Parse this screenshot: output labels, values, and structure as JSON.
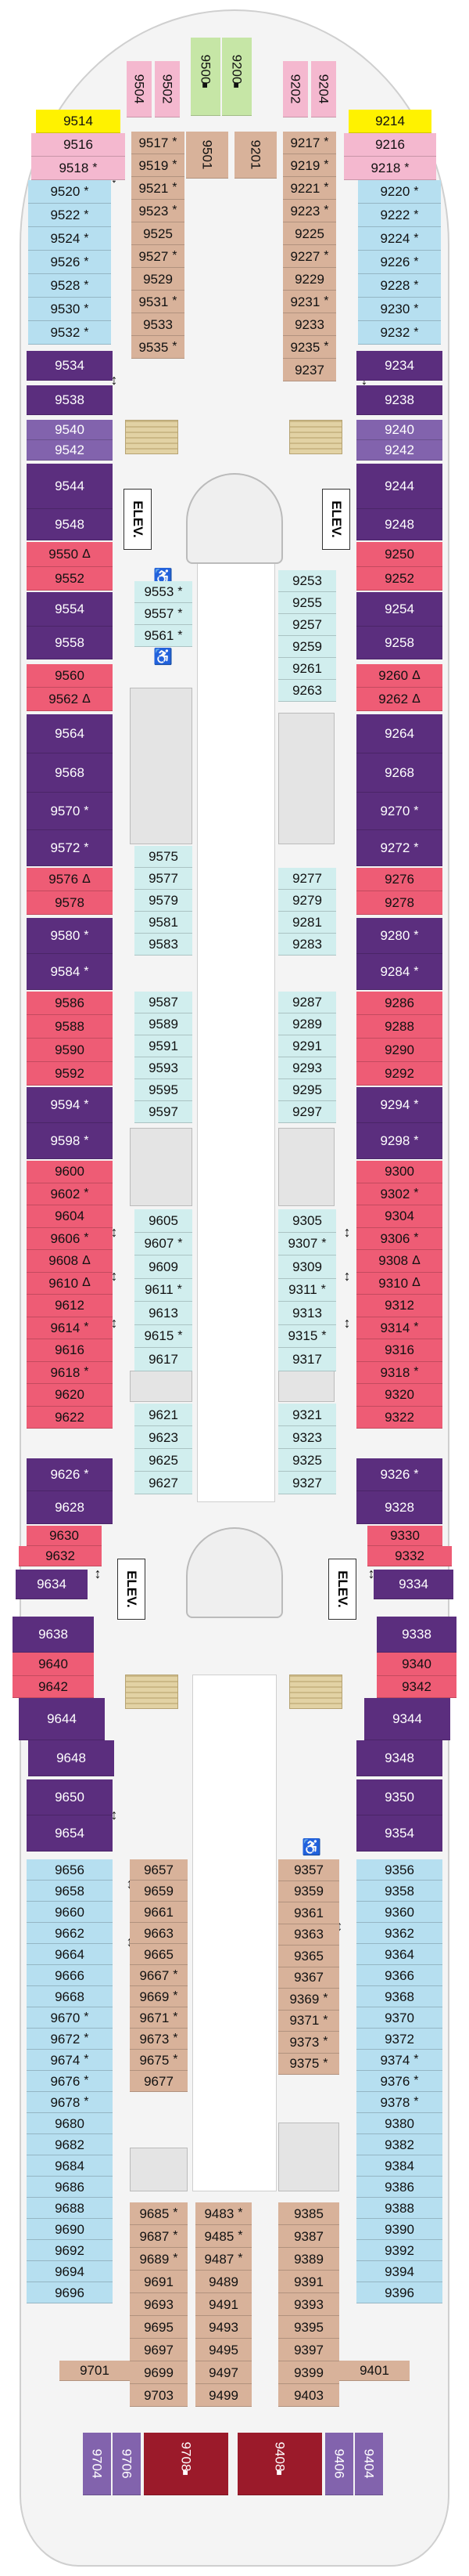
{
  "elevator_label": "ELEV.",
  "legend_symbols": {
    "connecting": "↕",
    "sofa_bed": "*",
    "third_fourth_berth": "Δ",
    "accessible": "♿"
  },
  "cabins": [
    {
      "n": "9504",
      "c": "pink"
    },
    {
      "n": "9502",
      "c": "pink"
    },
    {
      "n": "9500",
      "c": "green",
      "i": "■"
    },
    {
      "n": "9200",
      "c": "green",
      "i": "■"
    },
    {
      "n": "9202",
      "c": "pink"
    },
    {
      "n": "9204",
      "c": "pink"
    },
    {
      "n": "9514",
      "c": "yellow"
    },
    {
      "n": "9214",
      "c": "yellow"
    },
    {
      "n": "9516",
      "c": "pink"
    },
    {
      "n": "9518",
      "c": "pink",
      "m": "*"
    },
    {
      "n": "9216",
      "c": "pink"
    },
    {
      "n": "9218",
      "c": "pink",
      "m": "*"
    },
    {
      "n": "9501",
      "c": "tan"
    },
    {
      "n": "9201",
      "c": "tan"
    },
    {
      "n": "9517",
      "c": "tan",
      "m": "*"
    },
    {
      "n": "9519",
      "c": "tan",
      "m": "*"
    },
    {
      "n": "9521",
      "c": "tan",
      "m": "*"
    },
    {
      "n": "9523",
      "c": "tan",
      "m": "*"
    },
    {
      "n": "9525",
      "c": "tan"
    },
    {
      "n": "9527",
      "c": "tan",
      "m": "*"
    },
    {
      "n": "9529",
      "c": "tan"
    },
    {
      "n": "9531",
      "c": "tan",
      "m": "*"
    },
    {
      "n": "9533",
      "c": "tan"
    },
    {
      "n": "9535",
      "c": "tan",
      "m": "*"
    },
    {
      "n": "9217",
      "c": "tan",
      "m": "*"
    },
    {
      "n": "9219",
      "c": "tan",
      "m": "*"
    },
    {
      "n": "9221",
      "c": "tan",
      "m": "*"
    },
    {
      "n": "9223",
      "c": "tan",
      "m": "*"
    },
    {
      "n": "9225",
      "c": "tan"
    },
    {
      "n": "9227",
      "c": "tan",
      "m": "*"
    },
    {
      "n": "9229",
      "c": "tan"
    },
    {
      "n": "9231",
      "c": "tan",
      "m": "*"
    },
    {
      "n": "9233",
      "c": "tan"
    },
    {
      "n": "9235",
      "c": "tan",
      "m": "*"
    },
    {
      "n": "9237",
      "c": "tan"
    },
    {
      "n": "9520",
      "c": "blue",
      "m": "*"
    },
    {
      "n": "9522",
      "c": "blue",
      "m": "*"
    },
    {
      "n": "9524",
      "c": "blue",
      "m": "*"
    },
    {
      "n": "9526",
      "c": "blue",
      "m": "*"
    },
    {
      "n": "9528",
      "c": "blue",
      "m": "*"
    },
    {
      "n": "9530",
      "c": "blue",
      "m": "*"
    },
    {
      "n": "9532",
      "c": "blue",
      "m": "*"
    },
    {
      "n": "9220",
      "c": "blue",
      "m": "*"
    },
    {
      "n": "9222",
      "c": "blue",
      "m": "*"
    },
    {
      "n": "9224",
      "c": "blue",
      "m": "*"
    },
    {
      "n": "9226",
      "c": "blue",
      "m": "*"
    },
    {
      "n": "9228",
      "c": "blue",
      "m": "*"
    },
    {
      "n": "9230",
      "c": "blue",
      "m": "*"
    },
    {
      "n": "9232",
      "c": "blue",
      "m": "*"
    },
    {
      "n": "9534",
      "c": "purple"
    },
    {
      "n": "9538",
      "c": "purple"
    },
    {
      "n": "9234",
      "c": "purple"
    },
    {
      "n": "9238",
      "c": "purple"
    },
    {
      "n": "9540",
      "c": "violet"
    },
    {
      "n": "9542",
      "c": "violet"
    },
    {
      "n": "9240",
      "c": "violet"
    },
    {
      "n": "9242",
      "c": "violet"
    },
    {
      "n": "9544",
      "c": "purple"
    },
    {
      "n": "9548",
      "c": "purple"
    },
    {
      "n": "9244",
      "c": "purple"
    },
    {
      "n": "9248",
      "c": "purple"
    },
    {
      "n": "9550",
      "c": "red",
      "m": "Δ"
    },
    {
      "n": "9552",
      "c": "red"
    },
    {
      "n": "9250",
      "c": "red"
    },
    {
      "n": "9252",
      "c": "red"
    },
    {
      "n": "9554",
      "c": "purple"
    },
    {
      "n": "9558",
      "c": "purple"
    },
    {
      "n": "9254",
      "c": "purple"
    },
    {
      "n": "9258",
      "c": "purple"
    },
    {
      "n": "9560",
      "c": "red"
    },
    {
      "n": "9562",
      "c": "red",
      "m": "Δ"
    },
    {
      "n": "9260",
      "c": "red",
      "m": "Δ"
    },
    {
      "n": "9262",
      "c": "red",
      "m": "Δ"
    },
    {
      "n": "9564",
      "c": "purple"
    },
    {
      "n": "9568",
      "c": "purple"
    },
    {
      "n": "9570",
      "c": "purple",
      "m": "*"
    },
    {
      "n": "9572",
      "c": "purple",
      "m": "*"
    },
    {
      "n": "9264",
      "c": "purple"
    },
    {
      "n": "9268",
      "c": "purple"
    },
    {
      "n": "9270",
      "c": "purple",
      "m": "*"
    },
    {
      "n": "9272",
      "c": "purple",
      "m": "*"
    },
    {
      "n": "9576",
      "c": "red",
      "m": "Δ"
    },
    {
      "n": "9578",
      "c": "red"
    },
    {
      "n": "9276",
      "c": "red"
    },
    {
      "n": "9278",
      "c": "red"
    },
    {
      "n": "9580",
      "c": "purple",
      "m": "*"
    },
    {
      "n": "9584",
      "c": "purple",
      "m": "*"
    },
    {
      "n": "9280",
      "c": "purple",
      "m": "*"
    },
    {
      "n": "9284",
      "c": "purple",
      "m": "*"
    },
    {
      "n": "9586",
      "c": "red"
    },
    {
      "n": "9588",
      "c": "red"
    },
    {
      "n": "9590",
      "c": "red"
    },
    {
      "n": "9592",
      "c": "red"
    },
    {
      "n": "9286",
      "c": "red"
    },
    {
      "n": "9288",
      "c": "red"
    },
    {
      "n": "9290",
      "c": "red"
    },
    {
      "n": "9292",
      "c": "red"
    },
    {
      "n": "9594",
      "c": "purple",
      "m": "*"
    },
    {
      "n": "9598",
      "c": "purple",
      "m": "*"
    },
    {
      "n": "9294",
      "c": "purple",
      "m": "*"
    },
    {
      "n": "9298",
      "c": "purple",
      "m": "*"
    },
    {
      "n": "9600",
      "c": "red"
    },
    {
      "n": "9602",
      "c": "red",
      "m": "*"
    },
    {
      "n": "9604",
      "c": "red"
    },
    {
      "n": "9606",
      "c": "red",
      "m": "*"
    },
    {
      "n": "9608",
      "c": "red",
      "m": "Δ"
    },
    {
      "n": "9610",
      "c": "red",
      "m": "Δ"
    },
    {
      "n": "9612",
      "c": "red"
    },
    {
      "n": "9614",
      "c": "red",
      "m": "*"
    },
    {
      "n": "9616",
      "c": "red"
    },
    {
      "n": "9618",
      "c": "red",
      "m": "*"
    },
    {
      "n": "9620",
      "c": "red"
    },
    {
      "n": "9622",
      "c": "red"
    },
    {
      "n": "9300",
      "c": "red"
    },
    {
      "n": "9302",
      "c": "red",
      "m": "*"
    },
    {
      "n": "9304",
      "c": "red"
    },
    {
      "n": "9306",
      "c": "red",
      "m": "*"
    },
    {
      "n": "9308",
      "c": "red",
      "m": "Δ"
    },
    {
      "n": "9310",
      "c": "red",
      "m": "Δ"
    },
    {
      "n": "9312",
      "c": "red"
    },
    {
      "n": "9314",
      "c": "red",
      "m": "*"
    },
    {
      "n": "9316",
      "c": "red"
    },
    {
      "n": "9318",
      "c": "red",
      "m": "*"
    },
    {
      "n": "9320",
      "c": "red"
    },
    {
      "n": "9322",
      "c": "red"
    },
    {
      "n": "9626",
      "c": "purple",
      "m": "*"
    },
    {
      "n": "9628",
      "c": "purple"
    },
    {
      "n": "9326",
      "c": "purple",
      "m": "*"
    },
    {
      "n": "9328",
      "c": "purple"
    },
    {
      "n": "9253",
      "c": "teal"
    },
    {
      "n": "9255",
      "c": "teal"
    },
    {
      "n": "9257",
      "c": "teal"
    },
    {
      "n": "9259",
      "c": "teal"
    },
    {
      "n": "9261",
      "c": "teal"
    },
    {
      "n": "9263",
      "c": "teal"
    },
    {
      "n": "9553",
      "c": "teal",
      "m": "*"
    },
    {
      "n": "9557",
      "c": "teal",
      "m": "*"
    },
    {
      "n": "9561",
      "c": "teal",
      "m": "*"
    },
    {
      "n": "9575",
      "c": "teal"
    },
    {
      "n": "9577",
      "c": "teal"
    },
    {
      "n": "9579",
      "c": "teal"
    },
    {
      "n": "9581",
      "c": "teal"
    },
    {
      "n": "9583",
      "c": "teal"
    },
    {
      "n": "9277",
      "c": "teal"
    },
    {
      "n": "9279",
      "c": "teal"
    },
    {
      "n": "9281",
      "c": "teal"
    },
    {
      "n": "9283",
      "c": "teal"
    },
    {
      "n": "9587",
      "c": "teal"
    },
    {
      "n": "9589",
      "c": "teal"
    },
    {
      "n": "9591",
      "c": "teal"
    },
    {
      "n": "9593",
      "c": "teal"
    },
    {
      "n": "9595",
      "c": "teal"
    },
    {
      "n": "9597",
      "c": "teal"
    },
    {
      "n": "9287",
      "c": "teal"
    },
    {
      "n": "9289",
      "c": "teal"
    },
    {
      "n": "9291",
      "c": "teal"
    },
    {
      "n": "9293",
      "c": "teal"
    },
    {
      "n": "9295",
      "c": "teal"
    },
    {
      "n": "9297",
      "c": "teal"
    },
    {
      "n": "9605",
      "c": "teal"
    },
    {
      "n": "9607",
      "c": "teal",
      "m": "*"
    },
    {
      "n": "9609",
      "c": "teal"
    },
    {
      "n": "9611",
      "c": "teal",
      "m": "*"
    },
    {
      "n": "9613",
      "c": "teal"
    },
    {
      "n": "9615",
      "c": "teal",
      "m": "*"
    },
    {
      "n": "9617",
      "c": "teal"
    },
    {
      "n": "9305",
      "c": "teal"
    },
    {
      "n": "9307",
      "c": "teal",
      "m": "*"
    },
    {
      "n": "9309",
      "c": "teal"
    },
    {
      "n": "9311",
      "c": "teal",
      "m": "*"
    },
    {
      "n": "9313",
      "c": "teal"
    },
    {
      "n": "9315",
      "c": "teal",
      "m": "*"
    },
    {
      "n": "9317",
      "c": "teal"
    },
    {
      "n": "9621",
      "c": "teal"
    },
    {
      "n": "9623",
      "c": "teal"
    },
    {
      "n": "9625",
      "c": "teal"
    },
    {
      "n": "9627",
      "c": "teal"
    },
    {
      "n": "9321",
      "c": "teal"
    },
    {
      "n": "9323",
      "c": "teal"
    },
    {
      "n": "9325",
      "c": "teal"
    },
    {
      "n": "9327",
      "c": "teal"
    },
    {
      "n": "9630",
      "c": "red"
    },
    {
      "n": "9632",
      "c": "red"
    },
    {
      "n": "9330",
      "c": "red"
    },
    {
      "n": "9332",
      "c": "red"
    },
    {
      "n": "9634",
      "c": "purple"
    },
    {
      "n": "9638",
      "c": "purple"
    },
    {
      "n": "9334",
      "c": "purple"
    },
    {
      "n": "9338",
      "c": "purple"
    },
    {
      "n": "9640",
      "c": "red"
    },
    {
      "n": "9642",
      "c": "red"
    },
    {
      "n": "9340",
      "c": "red"
    },
    {
      "n": "9342",
      "c": "red"
    },
    {
      "n": "9644",
      "c": "purple"
    },
    {
      "n": "9648",
      "c": "purple"
    },
    {
      "n": "9650",
      "c": "purple"
    },
    {
      "n": "9654",
      "c": "purple"
    },
    {
      "n": "9344",
      "c": "purple"
    },
    {
      "n": "9348",
      "c": "purple"
    },
    {
      "n": "9350",
      "c": "purple"
    },
    {
      "n": "9354",
      "c": "purple"
    },
    {
      "n": "9656",
      "c": "blue"
    },
    {
      "n": "9658",
      "c": "blue"
    },
    {
      "n": "9660",
      "c": "blue"
    },
    {
      "n": "9662",
      "c": "blue"
    },
    {
      "n": "9664",
      "c": "blue"
    },
    {
      "n": "9666",
      "c": "blue"
    },
    {
      "n": "9668",
      "c": "blue"
    },
    {
      "n": "9670",
      "c": "blue",
      "m": "*"
    },
    {
      "n": "9672",
      "c": "blue",
      "m": "*"
    },
    {
      "n": "9674",
      "c": "blue",
      "m": "*"
    },
    {
      "n": "9676",
      "c": "blue",
      "m": "*"
    },
    {
      "n": "9678",
      "c": "blue",
      "m": "*"
    },
    {
      "n": "9680",
      "c": "blue"
    },
    {
      "n": "9682",
      "c": "blue"
    },
    {
      "n": "9684",
      "c": "blue"
    },
    {
      "n": "9686",
      "c": "blue"
    },
    {
      "n": "9688",
      "c": "blue"
    },
    {
      "n": "9690",
      "c": "blue"
    },
    {
      "n": "9692",
      "c": "blue"
    },
    {
      "n": "9694",
      "c": "blue"
    },
    {
      "n": "9696",
      "c": "blue"
    },
    {
      "n": "9356",
      "c": "blue"
    },
    {
      "n": "9358",
      "c": "blue"
    },
    {
      "n": "9360",
      "c": "blue"
    },
    {
      "n": "9362",
      "c": "blue"
    },
    {
      "n": "9364",
      "c": "blue"
    },
    {
      "n": "9366",
      "c": "blue"
    },
    {
      "n": "9368",
      "c": "blue"
    },
    {
      "n": "9370",
      "c": "blue"
    },
    {
      "n": "9372",
      "c": "blue"
    },
    {
      "n": "9374",
      "c": "blue",
      "m": "*"
    },
    {
      "n": "9376",
      "c": "blue",
      "m": "*"
    },
    {
      "n": "9378",
      "c": "blue",
      "m": "*"
    },
    {
      "n": "9380",
      "c": "blue"
    },
    {
      "n": "9382",
      "c": "blue"
    },
    {
      "n": "9384",
      "c": "blue"
    },
    {
      "n": "9386",
      "c": "blue"
    },
    {
      "n": "9388",
      "c": "blue"
    },
    {
      "n": "9390",
      "c": "blue"
    },
    {
      "n": "9392",
      "c": "blue"
    },
    {
      "n": "9394",
      "c": "blue"
    },
    {
      "n": "9396",
      "c": "blue"
    },
    {
      "n": "9657",
      "c": "tan"
    },
    {
      "n": "9659",
      "c": "tan"
    },
    {
      "n": "9661",
      "c": "tan"
    },
    {
      "n": "9663",
      "c": "tan"
    },
    {
      "n": "9665",
      "c": "tan"
    },
    {
      "n": "9667",
      "c": "tan",
      "m": "*"
    },
    {
      "n": "9669",
      "c": "tan",
      "m": "*"
    },
    {
      "n": "9671",
      "c": "tan",
      "m": "*"
    },
    {
      "n": "9673",
      "c": "tan",
      "m": "*"
    },
    {
      "n": "9675",
      "c": "tan",
      "m": "*"
    },
    {
      "n": "9677",
      "c": "tan"
    },
    {
      "n": "9357",
      "c": "tan"
    },
    {
      "n": "9359",
      "c": "tan"
    },
    {
      "n": "9361",
      "c": "tan"
    },
    {
      "n": "9363",
      "c": "tan"
    },
    {
      "n": "9365",
      "c": "tan"
    },
    {
      "n": "9367",
      "c": "tan"
    },
    {
      "n": "9369",
      "c": "tan",
      "m": "*"
    },
    {
      "n": "9371",
      "c": "tan",
      "m": "*"
    },
    {
      "n": "9373",
      "c": "tan",
      "m": "*"
    },
    {
      "n": "9375",
      "c": "tan",
      "m": "*"
    },
    {
      "n": "9685",
      "c": "tan",
      "m": "*"
    },
    {
      "n": "9687",
      "c": "tan",
      "m": "*"
    },
    {
      "n": "9689",
      "c": "tan",
      "m": "*"
    },
    {
      "n": "9691",
      "c": "tan"
    },
    {
      "n": "9693",
      "c": "tan"
    },
    {
      "n": "9695",
      "c": "tan"
    },
    {
      "n": "9697",
      "c": "tan"
    },
    {
      "n": "9699",
      "c": "tan"
    },
    {
      "n": "9703",
      "c": "tan"
    },
    {
      "n": "9483",
      "c": "tan",
      "m": "*"
    },
    {
      "n": "9485",
      "c": "tan",
      "m": "*"
    },
    {
      "n": "9487",
      "c": "tan",
      "m": "*"
    },
    {
      "n": "9489",
      "c": "tan"
    },
    {
      "n": "9491",
      "c": "tan"
    },
    {
      "n": "9493",
      "c": "tan"
    },
    {
      "n": "9495",
      "c": "tan"
    },
    {
      "n": "9497",
      "c": "tan"
    },
    {
      "n": "9499",
      "c": "tan"
    },
    {
      "n": "9385",
      "c": "tan"
    },
    {
      "n": "9387",
      "c": "tan"
    },
    {
      "n": "9389",
      "c": "tan"
    },
    {
      "n": "9391",
      "c": "tan"
    },
    {
      "n": "9393",
      "c": "tan"
    },
    {
      "n": "9395",
      "c": "tan"
    },
    {
      "n": "9397",
      "c": "tan"
    },
    {
      "n": "9399",
      "c": "tan"
    },
    {
      "n": "9403",
      "c": "tan"
    },
    {
      "n": "9701",
      "c": "tan"
    },
    {
      "n": "9401",
      "c": "tan"
    },
    {
      "n": "9704",
      "c": "violet"
    },
    {
      "n": "9706",
      "c": "violet"
    },
    {
      "n": "9708",
      "c": "dark",
      "i": "■"
    },
    {
      "n": "9408",
      "c": "dark",
      "i": "■"
    },
    {
      "n": "9406",
      "c": "violet"
    },
    {
      "n": "9404",
      "c": "violet"
    }
  ]
}
